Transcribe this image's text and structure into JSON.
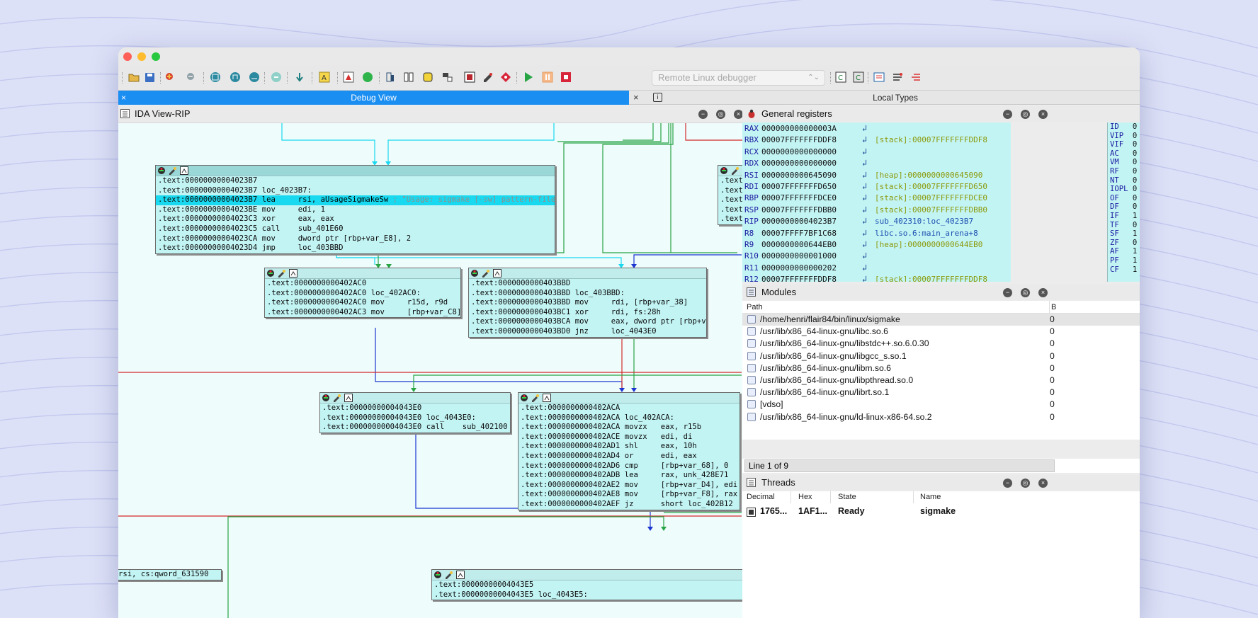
{
  "window": {
    "tab_debug": "Debug View",
    "tab_close": "×",
    "tab_local_types": "Local Types",
    "info_glyph": "i"
  },
  "toolbar": {
    "debugger_select": "Remote Linux debugger"
  },
  "ida_view": {
    "title": "IDA View-RIP",
    "nodes": [
      {
        "lines": [
          {
            "addr": ".text:00000000004023B7",
            "rest": ""
          },
          {
            "addr": ".text:00000000004023B7",
            "rest": " loc_4023B7:"
          },
          {
            "addr": ".text:00000000004023B7",
            "rest": " lea     rsi, aUsageSigmakeSw ",
            "comment": "; \"Usage: sigmake [-sw] pattern-file(s) si\"..."
          },
          {
            "addr": ".text:00000000004023BE",
            "rest": " mov     edi, 1"
          },
          {
            "addr": ".text:00000000004023C3",
            "rest": " xor     eax, eax"
          },
          {
            "addr": ".text:00000000004023C5",
            "rest": " call    sub_401E60"
          },
          {
            "addr": ".text:00000000004023CA",
            "rest": " mov     dword ptr [rbp+var_E8], 2"
          },
          {
            "addr": ".text:00000000004023D4",
            "rest": " jmp     loc_403BBD"
          }
        ]
      },
      {
        "lines": [
          {
            "addr": ".text:0000000000402AC0",
            "rest": ""
          },
          {
            "addr": ".text:0000000000402AC0",
            "rest": " loc_402AC0:"
          },
          {
            "addr": ".text:0000000000402AC0",
            "rest": " mov     r15d, r9d"
          },
          {
            "addr": ".text:0000000000402AC3",
            "rest": " mov     [rbp+var_C8], rdx"
          }
        ]
      },
      {
        "lines": [
          {
            "addr": ".text:0000000000403BBD",
            "rest": ""
          },
          {
            "addr": ".text:0000000000403BBD",
            "rest": " loc_403BBD:"
          },
          {
            "addr": ".text:0000000000403BBD",
            "rest": " mov     rdi, [rbp+var_38]"
          },
          {
            "addr": ".text:0000000000403BC1",
            "rest": " xor     rdi, fs:28h"
          },
          {
            "addr": ".text:0000000000403BCA",
            "rest": " mov     eax, dword ptr [rbp+var_E8]"
          },
          {
            "addr": ".text:0000000000403BD0",
            "rest": " jnz     loc_4043E0"
          }
        ]
      },
      {
        "lines": [
          {
            "addr": ".text:0000000000402AAE",
            "rest": ""
          },
          {
            "addr": ".text:0000000000402AAE",
            "rest": " l"
          },
          {
            "addr": ".text:0000000000402AAE",
            "rest": " c"
          },
          {
            "addr": ".text:0000000000402AB1",
            "rest": " m"
          },
          {
            "addr": ".text:0000000000402AB8",
            "rest": " j"
          }
        ]
      },
      {
        "lines": [
          {
            "addr": ".text:000000",
            "rest": ""
          },
          {
            "addr": ".text:000000",
            "rest": ""
          }
        ]
      },
      {
        "lines": [
          {
            "addr": ".text:00000000004043E0",
            "rest": ""
          },
          {
            "addr": ".text:00000000004043E0",
            "rest": " loc_4043E0:"
          },
          {
            "addr": ".text:00000000004043E0",
            "rest": " call    sub_402100"
          }
        ]
      },
      {
        "lines": [
          {
            "addr": ".text:0000000000402ACA",
            "rest": ""
          },
          {
            "addr": ".text:0000000000402ACA",
            "rest": " loc_402ACA:"
          },
          {
            "addr": ".text:0000000000402ACA",
            "rest": " movzx   eax, r15b"
          },
          {
            "addr": ".text:0000000000402ACE",
            "rest": " movzx   edi, di"
          },
          {
            "addr": ".text:0000000000402AD1",
            "rest": " shl     eax, 10h"
          },
          {
            "addr": ".text:0000000000402AD4",
            "rest": " or      edi, eax"
          },
          {
            "addr": ".text:0000000000402AD6",
            "rest": " cmp     [rbp+var_68], 0"
          },
          {
            "addr": ".text:0000000000402ADB",
            "rest": " lea     rax, unk_428E71"
          },
          {
            "addr": ".text:0000000000402AE2",
            "rest": " mov     [rbp+var_D4], edi"
          },
          {
            "addr": ".text:0000000000402AE8",
            "rest": " mov     [rbp+var_F8], rax"
          },
          {
            "addr": ".text:0000000000402AEF",
            "rest": " jz      short loc_402B12"
          }
        ]
      },
      {
        "lines": [
          {
            "addr": ".text:000000000040",
            "rest": ""
          },
          {
            "addr": ".text:000000000040",
            "rest": ""
          },
          {
            "addr": ".text:000000000040",
            "rest": ""
          },
          {
            "addr": ".text:000000000040",
            "rest": ""
          },
          {
            "addr": ".text:000000000040",
            "rest": ""
          },
          {
            "addr": ".text:000000000040",
            "rest": ""
          },
          {
            "addr": ".text:000000000040",
            "rest": ""
          },
          {
            "addr": ".text:000000000040",
            "rest": ""
          },
          {
            "addr": ".text:000000000040",
            "rest": ""
          },
          {
            "addr": ".text:000000000040",
            "rest": ""
          }
        ]
      },
      {
        "lines": [
          {
            "addr": "",
            "rest": "rsi, cs:qword_631590"
          }
        ]
      },
      {
        "lines": [
          {
            "addr": ".text:00000000004043E5",
            "rest": ""
          },
          {
            "addr": ".text:00000000004043E5",
            "rest": " loc_4043E5:"
          }
        ]
      }
    ]
  },
  "registers": {
    "title": "General registers",
    "rows": [
      {
        "name": "RAX",
        "value": "000000000000003A",
        "ref": "",
        "info": ""
      },
      {
        "name": "RBX",
        "value": "00007FFFFFFFDDF8",
        "ref": "",
        "info": "[stack]:00007FFFFFFFDDF8"
      },
      {
        "name": "RCX",
        "value": "0000000000000000",
        "ref": "",
        "info": ""
      },
      {
        "name": "RDX",
        "value": "0000000000000000",
        "ref": "",
        "info": ""
      },
      {
        "name": "RSI",
        "value": "0000000000645090",
        "ref": "",
        "info": "[heap]:0000000000645090"
      },
      {
        "name": "RDI",
        "value": "00007FFFFFFFD650",
        "ref": "",
        "info": "[stack]:00007FFFFFFFD650"
      },
      {
        "name": "RBP",
        "value": "00007FFFFFFFDCE0",
        "ref": "",
        "info": "[stack]:00007FFFFFFFDCE0"
      },
      {
        "name": "RSP",
        "value": "00007FFFFFFFDBB0",
        "ref": "",
        "info": "[stack]:00007FFFFFFFDBB0"
      },
      {
        "name": "RIP",
        "value": "00000000004023B7",
        "ref": "sub_402310:loc_4023B7",
        "info": ""
      },
      {
        "name": "R8",
        "value": "00007FFFF7BF1C68",
        "ref": "libc.so.6:main_arena+8",
        "info": ""
      },
      {
        "name": "R9",
        "value": "0000000000644EB0",
        "ref": "",
        "info": "[heap]:0000000000644EB0"
      },
      {
        "name": "R10",
        "value": "0000000000001000",
        "ref": "",
        "info": ""
      },
      {
        "name": "R11",
        "value": "0000000000000202",
        "ref": "",
        "info": ""
      },
      {
        "name": "R12",
        "value": "00007FFFFFFFDDF8",
        "ref": "",
        "info": "[stack]:00007FFFFFFFDDF8"
      }
    ],
    "flags": [
      {
        "name": "ID",
        "val": "0"
      },
      {
        "name": "VIP",
        "val": "0"
      },
      {
        "name": "VIF",
        "val": "0"
      },
      {
        "name": "AC",
        "val": "0"
      },
      {
        "name": "VM",
        "val": "0"
      },
      {
        "name": "RF",
        "val": "0"
      },
      {
        "name": "NT",
        "val": "0"
      },
      {
        "name": "IOPL",
        "val": "0"
      },
      {
        "name": "OF",
        "val": "0"
      },
      {
        "name": "DF",
        "val": "0"
      },
      {
        "name": "IF",
        "val": "1"
      },
      {
        "name": "TF",
        "val": "0"
      },
      {
        "name": "SF",
        "val": "1"
      },
      {
        "name": "ZF",
        "val": "0"
      },
      {
        "name": "AF",
        "val": "1"
      },
      {
        "name": "PF",
        "val": "1"
      },
      {
        "name": "CF",
        "val": "1"
      }
    ]
  },
  "modules": {
    "title": "Modules",
    "col_path": "Path",
    "col_b": "B",
    "rows": [
      {
        "path": "/home/henri/flair84/bin/linux/sigmake",
        "tail": "0"
      },
      {
        "path": "/usr/lib/x86_64-linux-gnu/libc.so.6",
        "tail": "0"
      },
      {
        "path": "/usr/lib/x86_64-linux-gnu/libstdc++.so.6.0.30",
        "tail": "0"
      },
      {
        "path": "/usr/lib/x86_64-linux-gnu/libgcc_s.so.1",
        "tail": "0"
      },
      {
        "path": "/usr/lib/x86_64-linux-gnu/libm.so.6",
        "tail": "0"
      },
      {
        "path": "/usr/lib/x86_64-linux-gnu/libpthread.so.0",
        "tail": "0"
      },
      {
        "path": "/usr/lib/x86_64-linux-gnu/librt.so.1",
        "tail": "0"
      },
      {
        "path": "[vdso]",
        "tail": "0"
      },
      {
        "path": "/usr/lib/x86_64-linux-gnu/ld-linux-x86-64.so.2",
        "tail": "0"
      }
    ],
    "status": "Line 1 of 9"
  },
  "threads": {
    "title": "Threads",
    "cols": [
      "Decimal",
      "Hex",
      "State",
      "Name"
    ],
    "row": {
      "decimal": "1765...",
      "hex": "1AF1...",
      "state": "Ready",
      "name": "sigmake"
    }
  }
}
